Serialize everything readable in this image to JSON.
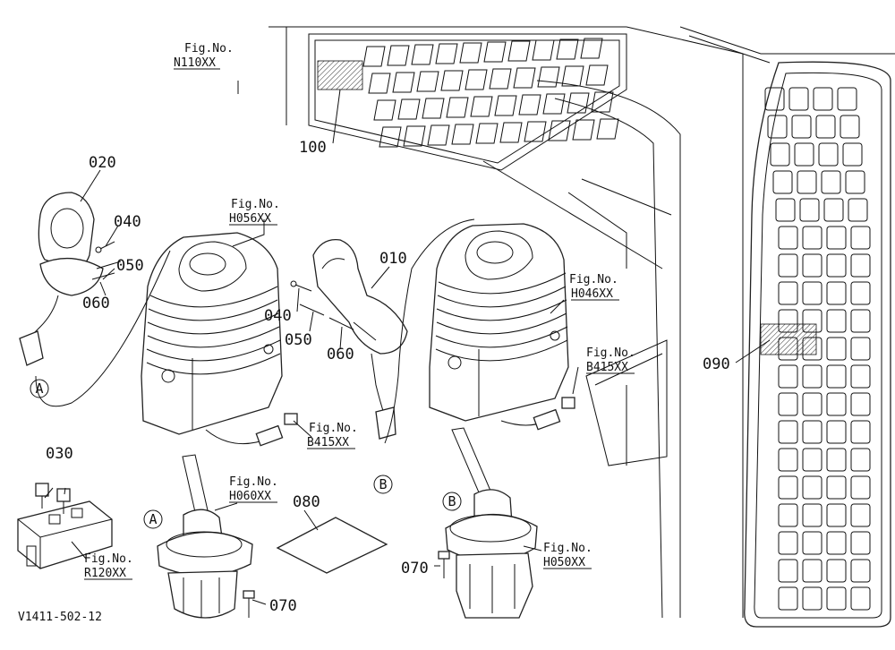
{
  "diagram_code": "V1411-502-12",
  "part_numbers": {
    "p010": "010",
    "p020": "020",
    "p030": "030",
    "p040a": "040",
    "p040b": "040",
    "p050a": "050",
    "p050b": "050",
    "p060a": "060",
    "p060b": "060",
    "p070a": "070",
    "p070b": "070",
    "p080": "080",
    "p090": "090",
    "p100": "100"
  },
  "fig_refs": {
    "n110": {
      "label": "Fig.No.",
      "code": "N110XX"
    },
    "h056": {
      "label": "Fig.No.",
      "code": "H056XX"
    },
    "h046": {
      "label": "Fig.No.",
      "code": "H046XX"
    },
    "b415a": {
      "label": "Fig.No.",
      "code": "B415XX"
    },
    "b415b": {
      "label": "Fig.No.",
      "code": "B415XX"
    },
    "h060": {
      "label": "Fig.No.",
      "code": "H060XX"
    },
    "h050": {
      "label": "Fig.No.",
      "code": "H050XX"
    },
    "r120": {
      "label": "Fig.No.",
      "code": "R120XX"
    }
  },
  "connectors": {
    "a1": "A",
    "a2": "A",
    "b1": "B",
    "b2": "B"
  }
}
